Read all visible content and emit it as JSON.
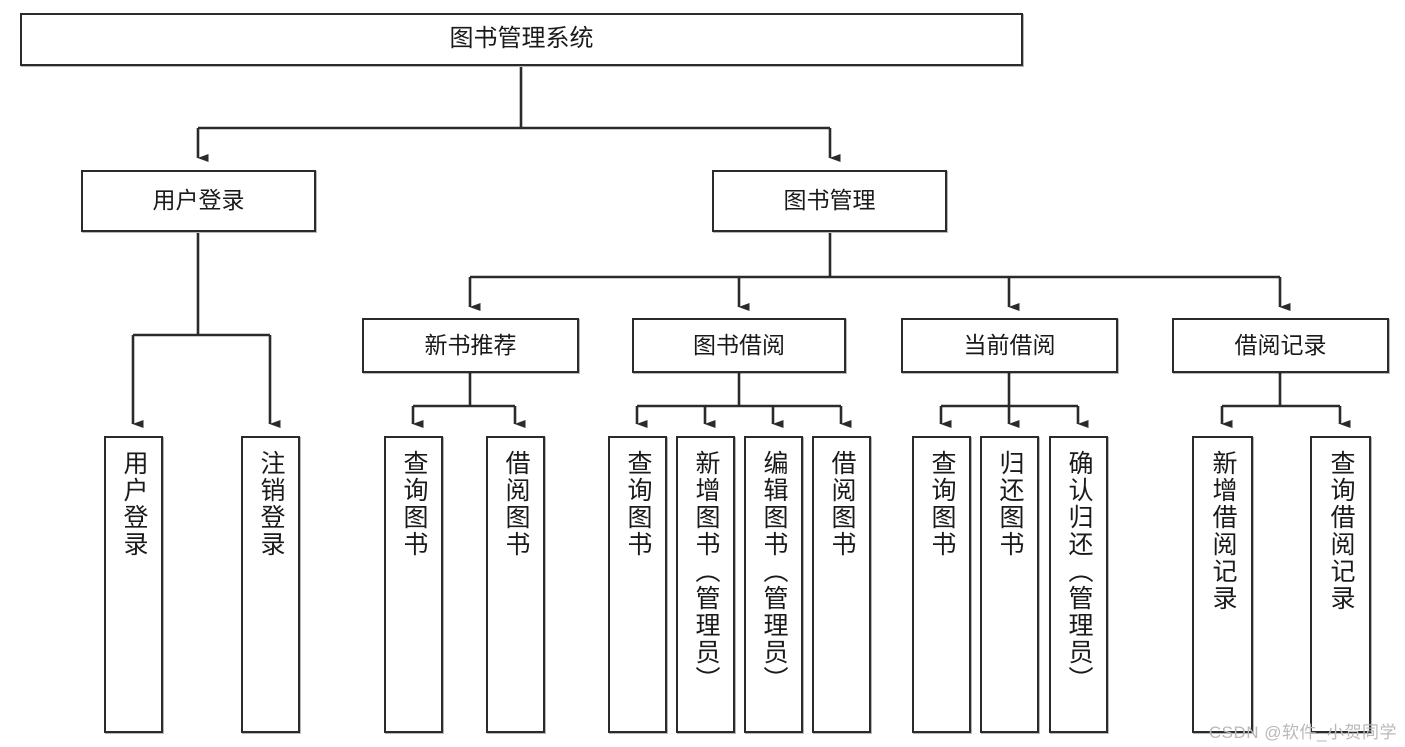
{
  "diagram": {
    "title": "图书管理系统",
    "type": "tree-hierarchy",
    "root": {
      "label": "图书管理系统"
    },
    "level2": [
      {
        "label": "用户登录"
      },
      {
        "label": "图书管理"
      }
    ],
    "level3": [
      {
        "label": "新书推荐"
      },
      {
        "label": "图书借阅"
      },
      {
        "label": "当前借阅"
      },
      {
        "label": "借阅记录"
      }
    ],
    "leaves": {
      "user_login": [
        {
          "label": "用户登录"
        },
        {
          "label": "注销登录"
        }
      ],
      "new_book_recommend": [
        {
          "label": "查询图书"
        },
        {
          "label": "借阅图书"
        }
      ],
      "book_borrow": [
        {
          "label": "查询图书"
        },
        {
          "label": "新增图书（管理员）"
        },
        {
          "label": "编辑图书（管理员）"
        },
        {
          "label": "借阅图书"
        }
      ],
      "current_borrow": [
        {
          "label": "查询图书"
        },
        {
          "label": "归还图书"
        },
        {
          "label": "确认归还（管理员）"
        }
      ],
      "borrow_record": [
        {
          "label": "新增借阅记录"
        },
        {
          "label": "查询借阅记录"
        }
      ]
    }
  },
  "watermark": {
    "text": "CSDN @软件_小贺同学"
  },
  "colors": {
    "line": "#2b2b2b",
    "box_border": "#2b2b2b",
    "box_fill": "#ffffff",
    "text": "#1a1a1a",
    "watermark": "#b9b9b9"
  }
}
